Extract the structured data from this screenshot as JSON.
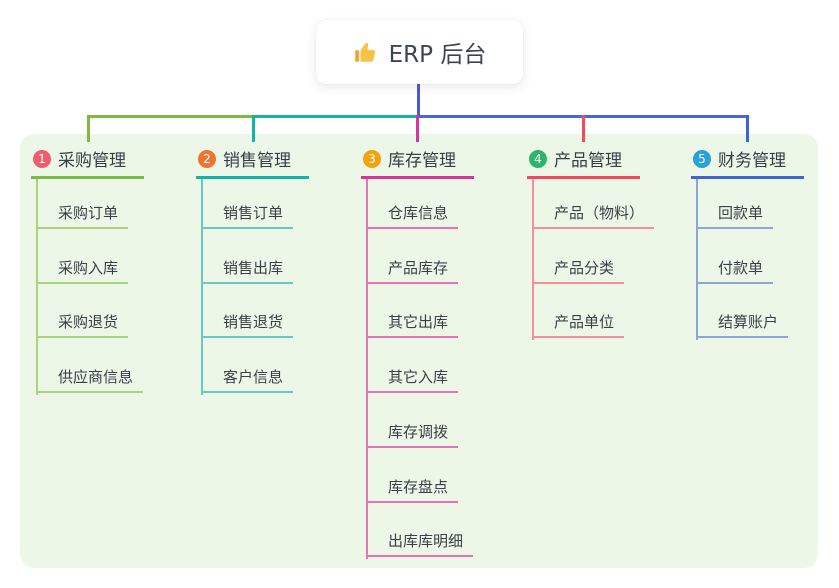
{
  "root": {
    "label": "ERP 后台",
    "icon": "thumbs-up-icon",
    "box_color": "#ffffff",
    "stem_color": "#4a5acf"
  },
  "canvas": {
    "background": "#ffffff",
    "panel_color": "#ecf7e8"
  },
  "connectors": {
    "bus_segments": [
      {
        "color": "#7cba41"
      },
      {
        "color": "#12b3aa"
      },
      {
        "color": "#4868d6"
      }
    ]
  },
  "branches": [
    {
      "num": "1",
      "label": "采购管理",
      "badge_color": "#f25b6e",
      "line_color": "#7cba41",
      "child_line_color": "#a9d37e",
      "children": [
        "采购订单",
        "采购入库",
        "采购退货",
        "供应商信息"
      ]
    },
    {
      "num": "2",
      "label": "销售管理",
      "badge_color": "#ee7430",
      "line_color": "#12b3aa",
      "child_line_color": "#63cac4",
      "children": [
        "销售订单",
        "销售出库",
        "销售退货",
        "客户信息"
      ]
    },
    {
      "num": "3",
      "label": "库存管理",
      "badge_color": "#f1a30c",
      "line_color": "#d6359b",
      "child_line_color": "#e873b8",
      "children": [
        "仓库信息",
        "产品库存",
        "其它出库",
        "其它入库",
        "库存调拨",
        "库存盘点",
        "出库库明细"
      ]
    },
    {
      "num": "4",
      "label": "产品管理",
      "badge_color": "#2bb56d",
      "line_color": "#f4495c",
      "child_line_color": "#f78f9b",
      "children": [
        "产品（物料）",
        "产品分类",
        "产品单位"
      ]
    },
    {
      "num": "5",
      "label": "财务管理",
      "badge_color": "#29a1d9",
      "line_color": "#3c65d2",
      "child_line_color": "#8ca6dd",
      "children": [
        "回款单",
        "付款单",
        "结算账户"
      ]
    }
  ]
}
